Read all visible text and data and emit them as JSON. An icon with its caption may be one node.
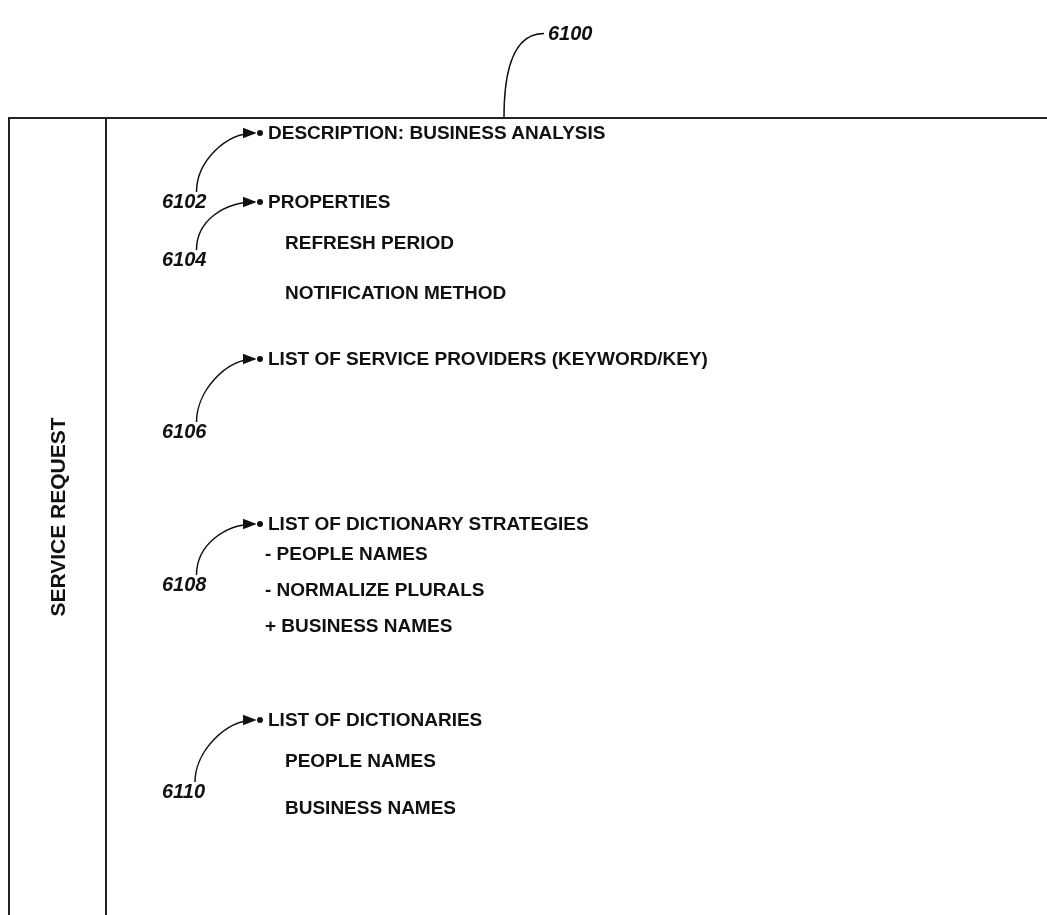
{
  "diagram": {
    "nodes": [
      {
        "text": [
          "SERVICE REQUEST"
        ]
      },
      {
        "text": [
          "6100"
        ]
      },
      {
        "text": [
          "DESCRIPTION: BUSINESS ANALYSIS"
        ],
        "in": 0
      },
      {
        "text": [
          "6102"
        ],
        "in": 0
      },
      {
        "text": [
          "PROPERTIES",
          "REFRESH PERIOD",
          "NOTIFICATION METHOD"
        ],
        "in": 0
      },
      {
        "text": [
          "6104"
        ],
        "in": 0
      },
      {
        "text": [
          "LIST OF SERVICE PROVIDERS (KEYWORD/KEY)"
        ],
        "in": 0
      },
      {
        "text": [
          "6106"
        ],
        "in": 0
      },
      {
        "text": [
          "LIST OF DICTIONARY STRATEGIES",
          "- PEOPLE NAMES",
          "- NORMALIZE PLURALS",
          "+ BUSINESS NAMES"
        ],
        "in": 0
      },
      {
        "text": [
          "6108"
        ],
        "in": 0
      },
      {
        "text": [
          "LIST OF DICTIONARIES",
          "PEOPLE NAMES",
          "BUSINESS NAMES"
        ],
        "in": 0
      },
      {
        "text": [
          "6110"
        ],
        "in": 0
      }
    ],
    "edges": [
      {
        "from": 1,
        "to": 0,
        "arrow": "none"
      },
      {
        "from": 3,
        "to": 2,
        "arrow": "to"
      },
      {
        "from": 5,
        "to": 4,
        "arrow": "to"
      },
      {
        "from": 7,
        "to": 6,
        "arrow": "to"
      },
      {
        "from": 9,
        "to": 8,
        "arrow": "to"
      },
      {
        "from": 11,
        "to": 10,
        "arrow": "to"
      }
    ]
  }
}
